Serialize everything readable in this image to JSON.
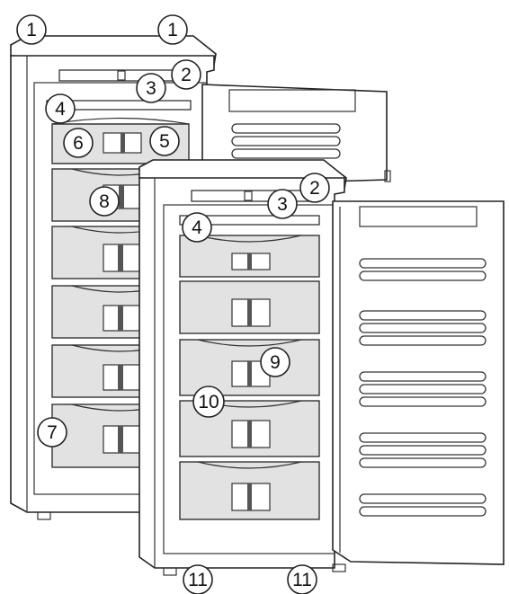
{
  "callouts": [
    {
      "id": "c1a",
      "label": "1"
    },
    {
      "id": "c1b",
      "label": "1"
    },
    {
      "id": "c2a",
      "label": "2"
    },
    {
      "id": "c3a",
      "label": "3"
    },
    {
      "id": "c4a",
      "label": "4"
    },
    {
      "id": "c5",
      "label": "5"
    },
    {
      "id": "c6",
      "label": "6"
    },
    {
      "id": "c7",
      "label": "7"
    },
    {
      "id": "c8",
      "label": "8"
    },
    {
      "id": "c2b",
      "label": "2"
    },
    {
      "id": "c3b",
      "label": "3"
    },
    {
      "id": "c4b",
      "label": "4"
    },
    {
      "id": "c9",
      "label": "9"
    },
    {
      "id": "c10",
      "label": "10"
    },
    {
      "id": "c11a",
      "label": "11"
    },
    {
      "id": "c11b",
      "label": "11"
    }
  ]
}
